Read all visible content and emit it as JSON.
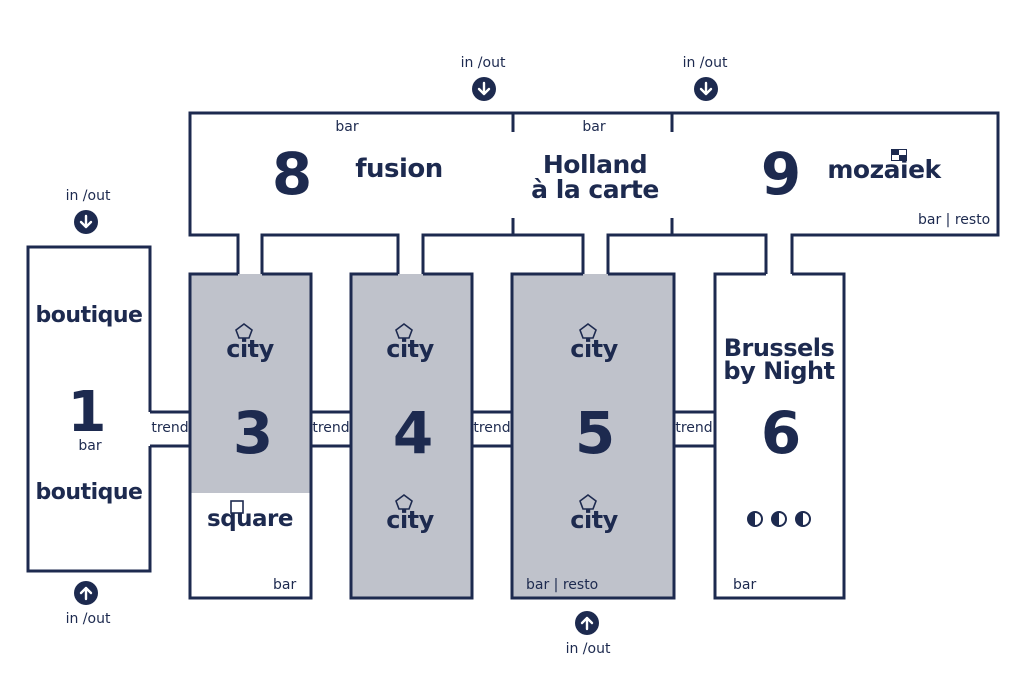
{
  "colors": {
    "ink": "#1d2a4f",
    "shaded": "#bfc2cb",
    "background": "#ffffff"
  },
  "entrances": [
    {
      "id": "top-left",
      "label": "in /out",
      "direction": "down"
    },
    {
      "id": "top-right",
      "label": "in /out",
      "direction": "down"
    },
    {
      "id": "left",
      "label": "in /out",
      "direction": "down"
    },
    {
      "id": "bottom-left",
      "label": "in /out",
      "direction": "up"
    },
    {
      "id": "bottom-center",
      "label": "in /out",
      "direction": "up"
    }
  ],
  "upper_hall": {
    "bar_label_left": "bar",
    "bar_label_center": "bar",
    "bar_resto_label": "bar | resto",
    "room8": {
      "number": "8",
      "brand": "fusion"
    },
    "center": {
      "brand_line1": "Holland",
      "brand_line2": "à la carte"
    },
    "room9": {
      "number": "9",
      "brand": "mozaiek"
    }
  },
  "rooms": {
    "room1": {
      "number": "1",
      "brand_top": "boutique",
      "brand_bottom": "boutique",
      "bar_label": "bar"
    },
    "room3": {
      "number": "3",
      "brand_top": "city",
      "brand_bottom": "square",
      "bar_label": "bar"
    },
    "room4": {
      "number": "4",
      "brand_top": "city",
      "brand_bottom": "city"
    },
    "room5": {
      "number": "5",
      "brand_top": "city",
      "brand_bottom": "city",
      "bar_label": "bar | resto"
    },
    "room6": {
      "number": "6",
      "brand_line1": "Brussels",
      "brand_line2": "by Night",
      "bar_label": "bar",
      "dots_icon": "three-half-moon-dots-icon"
    }
  },
  "trend_labels": [
    "trend",
    "trend",
    "trend",
    "trend"
  ],
  "icons": {
    "arrow": "circle-arrow-icon",
    "city": "pentagon-icon",
    "square": "square-icon",
    "mozaiek": "checker-icon"
  }
}
